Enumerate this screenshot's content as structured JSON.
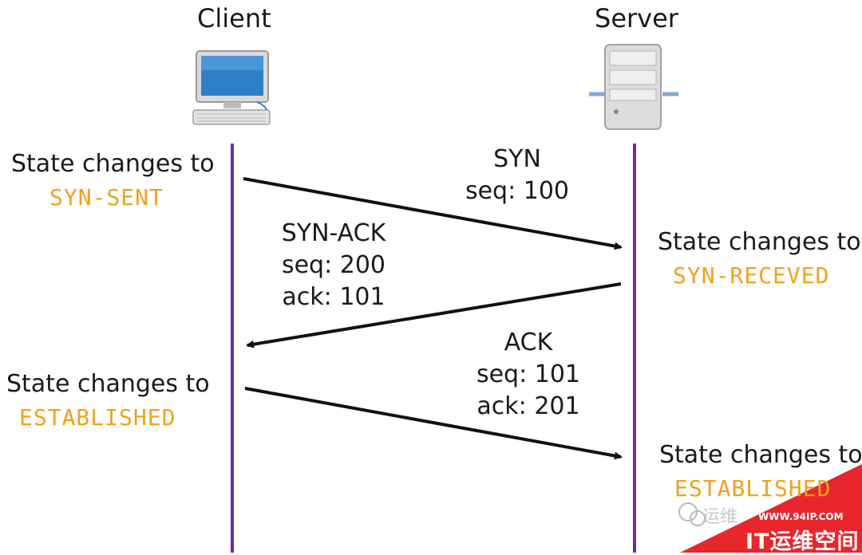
{
  "header": {
    "client_title": "Client",
    "server_title": "Server"
  },
  "client_icon": "desktop-computer-icon",
  "server_icon": "server-tower-icon",
  "messages": {
    "syn": {
      "name": "SYN",
      "seq": "seq: 100"
    },
    "synack": {
      "name": "SYN-ACK",
      "seq": "seq: 200",
      "ack": "ack: 101"
    },
    "ack": {
      "name": "ACK",
      "seq": "seq: 101",
      "ack": "ack: 201"
    }
  },
  "states": {
    "client_1": {
      "text": "State changes to",
      "state": "SYN-SENT"
    },
    "server_1": {
      "text": "State changes to",
      "state": "SYN-RECEVED"
    },
    "client_2": {
      "text": "State changes to",
      "state": "ESTABLISHED"
    },
    "server_2": {
      "text": "State changes to",
      "state": "ESTABLISHED"
    }
  },
  "watermark": {
    "site": "WWW.94IP.COM",
    "brand": "IT运维空间",
    "wechat": "运维"
  },
  "colors": {
    "lifeline": "#6b2fa0",
    "state_highlight": "#f0a11f",
    "arrow": "#111111",
    "watermark_red": "#e8262b"
  }
}
